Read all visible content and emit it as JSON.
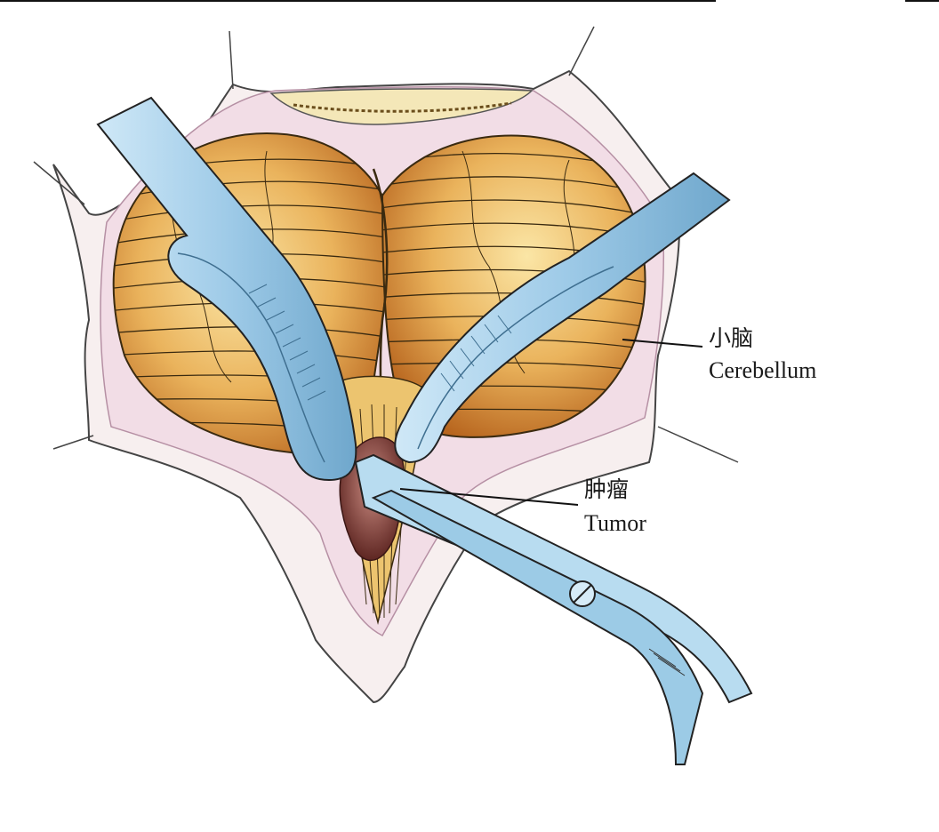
{
  "labels": {
    "cerebellum": {
      "zh": "小脑",
      "en": "Cerebellum"
    },
    "tumor": {
      "zh": "肿瘤",
      "en": "Tumor"
    }
  },
  "colors": {
    "tissue": "#ecd08a",
    "tissue_dark": "#c9782a",
    "folia_line": "#3a2a10",
    "retractor": "#a9d3ec",
    "retractor_dark": "#6fa7cc",
    "tumor": "#7a3a35",
    "skin": "#f3e9e9",
    "skin_edge": "#c9a6b4"
  }
}
